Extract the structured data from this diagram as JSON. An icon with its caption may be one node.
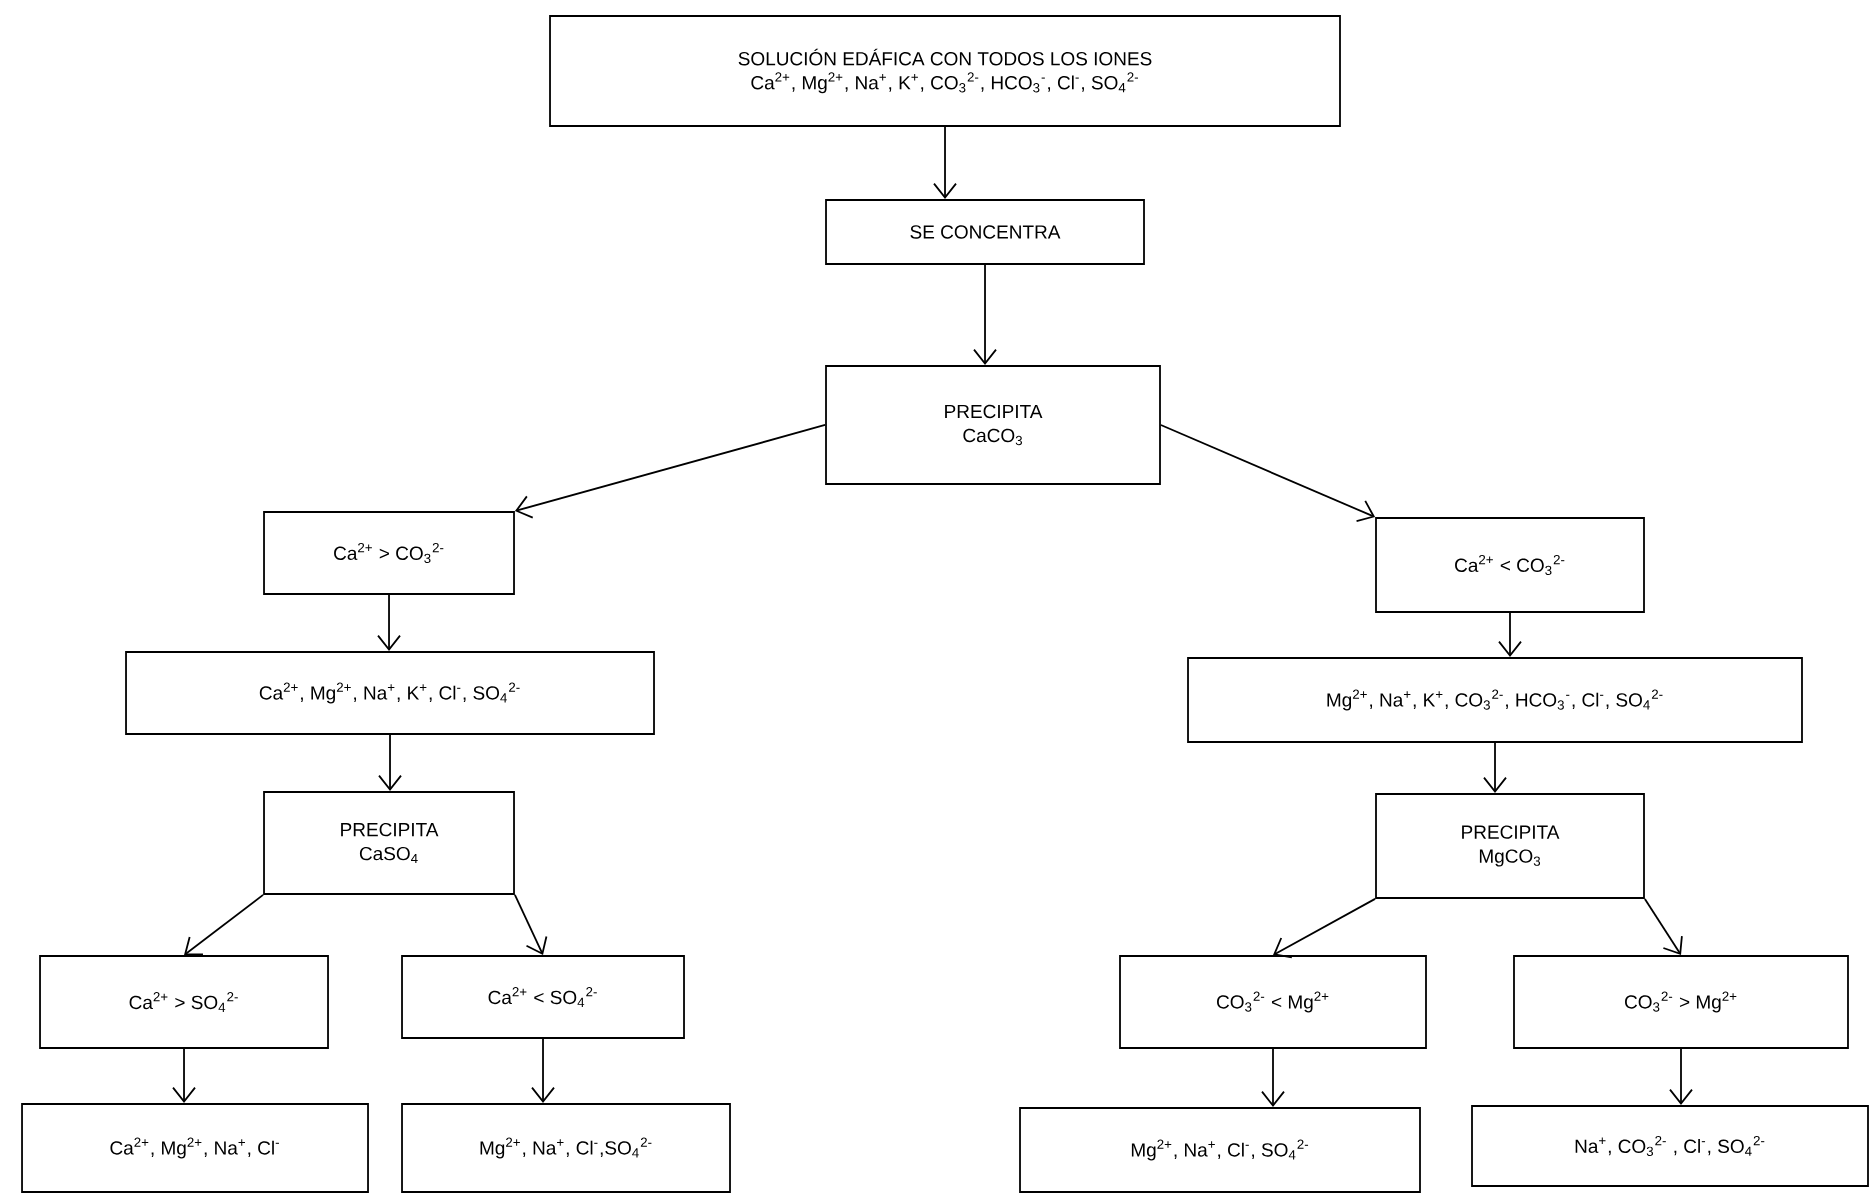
{
  "diagram": {
    "nodes": [
      {
        "text": [
          "SOLUCIÓN EDÁFICA CON TODOS LOS IONES",
          "Ca$^{2+}$, Mg$^{2+}$, Na$^{+}$, K$^{+}$, CO$_{3}$$^{2-}$, HCO$_{3}$$^{-}$, Cl$^{-}$, SO$_{4}$$^{2-}$"
        ]
      },
      {
        "text": [
          "SE CONCENTRA"
        ]
      },
      {
        "text": [
          "PRECIPITA",
          "CaCO$_{3}$"
        ]
      },
      {
        "text": [
          "Ca$^{2+}$ > CO$_{3}$$^{2-}$"
        ]
      },
      {
        "text": [
          "Ca$^{2+}$, Mg$^{2+}$, Na$^{+}$, K$^{+}$, Cl$^{-}$, SO$_{4}$$^{2-}$"
        ]
      },
      {
        "text": [
          "PRECIPITA",
          "CaSO$_{4}$"
        ]
      },
      {
        "text": [
          "Ca$^{2+}$ > SO$_{4}$$^{2-}$"
        ]
      },
      {
        "text": [
          "Ca$^{2+}$ < SO$_{4}$$^{2-}$"
        ]
      },
      {
        "text": [
          "Ca$^{2+}$, Mg$^{2+}$, Na$^{+}$, Cl$^{-}$"
        ]
      },
      {
        "text": [
          "Mg$^{2+}$, Na$^{+}$, Cl$^{-}$,SO$_{4}$$^{2-}$"
        ]
      },
      {
        "text": [
          "Ca$^{2+}$ < CO$_{3}$$^{2-}$"
        ]
      },
      {
        "text": [
          "Mg$^{2+}$, Na$^{+}$, K$^{+}$, CO$_{3}$$^{2-}$, HCO$_{3}$$^{-}$, Cl$^{-}$, SO$_{4}$$^{2-}$"
        ]
      },
      {
        "text": [
          "PRECIPITA",
          "MgCO$_{3}$"
        ]
      },
      {
        "text": [
          "CO$_{3}$$^{2-}$ < Mg$^{2+}$"
        ]
      },
      {
        "text": [
          "CO$_{3}$$^{2-}$ > Mg$^{2+}$"
        ]
      },
      {
        "text": [
          "Mg$^{2+}$, Na$^{+}$, Cl$^{-}$, SO$_{4}$$^{2-}$"
        ]
      },
      {
        "text": [
          "Na$^{+}$, CO$_{3}$$^{2-}$ , Cl$^{-}$, SO$_{4}$$^{2-}$"
        ]
      }
    ],
    "edges": [
      {
        "from": 0,
        "to": 1,
        "arrow": "to"
      },
      {
        "from": 1,
        "to": 2,
        "arrow": "to"
      },
      {
        "from": 2,
        "to": 3,
        "arrow": "to"
      },
      {
        "from": 2,
        "to": 10,
        "arrow": "to"
      },
      {
        "from": 3,
        "to": 4,
        "arrow": "to"
      },
      {
        "from": 4,
        "to": 5,
        "arrow": "to"
      },
      {
        "from": 5,
        "to": 6,
        "arrow": "to"
      },
      {
        "from": 5,
        "to": 7,
        "arrow": "to"
      },
      {
        "from": 6,
        "to": 8,
        "arrow": "to"
      },
      {
        "from": 7,
        "to": 9,
        "arrow": "to"
      },
      {
        "from": 10,
        "to": 11,
        "arrow": "to"
      },
      {
        "from": 11,
        "to": 12,
        "arrow": "to"
      },
      {
        "from": 12,
        "to": 13,
        "arrow": "to"
      },
      {
        "from": 12,
        "to": 14,
        "arrow": "to"
      },
      {
        "from": 13,
        "to": 15,
        "arrow": "to"
      },
      {
        "from": 14,
        "to": 16,
        "arrow": "to"
      }
    ]
  }
}
